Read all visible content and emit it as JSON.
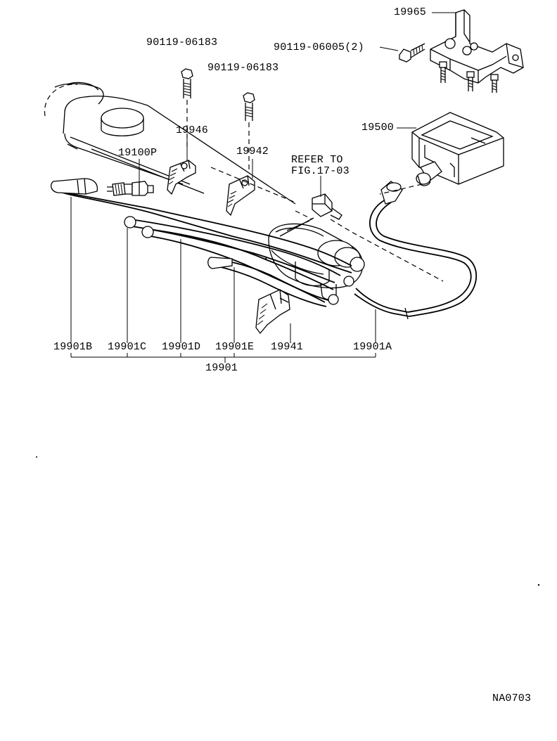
{
  "labels": {
    "p19965": "19965",
    "p90119_06005": "90119-06005(2)",
    "p90119_06183_a": "90119-06183",
    "p90119_06183_b": "90119-06183",
    "p19500": "19500",
    "p19946": "19946",
    "p19942": "19942",
    "p19100p": "19100P",
    "refer_line1": "REFER TO",
    "refer_line2": "FIG.17-03",
    "p19901b": "19901B",
    "p19901c": "19901C",
    "p19901d": "19901D",
    "p19901e": "19901E",
    "p19941": "19941",
    "p19901a": "19901A",
    "p19901": "19901",
    "figure_code": "NA0703"
  }
}
